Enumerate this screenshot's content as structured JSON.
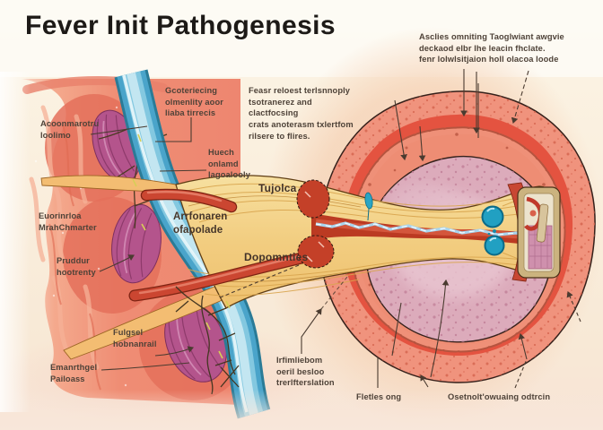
{
  "title": {
    "regular": "Fever Init Pathog",
    "bold": "enesis"
  },
  "labels": {
    "top_right_note": "Asclies omniting Taoglwiant awgvie\ndeckaod elbr lhe leacin fhclate.\nfenr lolwlsitjaion holl olacoa loode",
    "gcoteriecing": "Gcoteriecing\nolmenlity aoor\nliaba tirrecis",
    "feast_block": "Feasr reloest terlsnnoply\ntsotranerez and clactfocsing\ncrats anoterasm txlertfom\nrilsere to flires.",
    "huech": "Huech\nonlamd\nlagoalooly",
    "acoonmarotru": "Acoonmarotru\nloolimo",
    "euorinrloa": "Euorinrloa\nMrahChmarter",
    "pruddur": "Pruddur\nhootrenty",
    "fulgsel": "Fulgsel\nhobnanrail",
    "emanrthgel": "Emanrthgel\nPailoass",
    "arrfonaren": "Arrfonaren\nofapolade",
    "tujolca": "Tujolca",
    "dopomnties": "Dopomnties",
    "irfimliebom": "Irfimliebom\noeril besloo\ntrerlfterslation",
    "fletles": "Fletles ong",
    "osetnolt": "Osetnolt'owuaing odtrcin"
  },
  "palette": {
    "title_ink": "#1d1a17",
    "label_ink": "#4e4238",
    "background_cream": "#fbf4e8",
    "background_peach": "#f6d5ba",
    "tissue_salmon": "#ef8d74",
    "muscle_magenta": "#b4548c",
    "vessel_blue": "#4aa4ca",
    "tract_yellow": "#f2cd80",
    "vessel_red": "#c0392b",
    "signal_blue": "#a8d4ee",
    "molecule_teal": "#21a0c2",
    "ring_salmon": "#f0937d",
    "ring_red": "#e45340",
    "core_mauve": "#dcabbb"
  }
}
